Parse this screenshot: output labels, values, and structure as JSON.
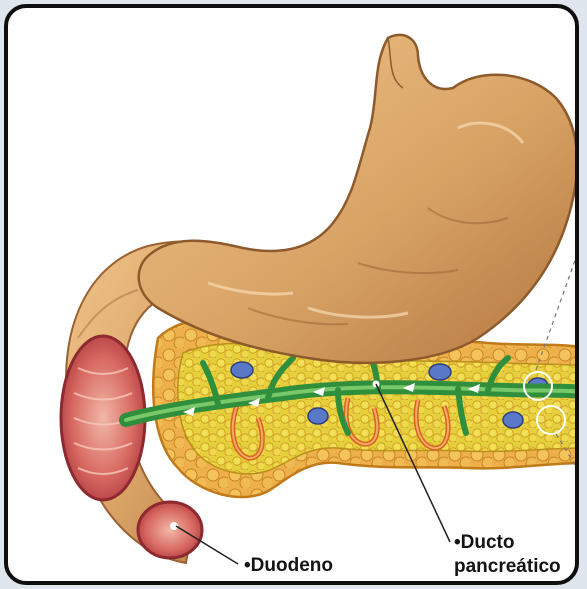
{
  "labels": {
    "duodeno": "•Duodeno",
    "ducto_line1": "•Ducto",
    "ducto_line2": "pancreático"
  },
  "colors": {
    "stomach": "#d9a366",
    "stomach_shadow": "#b97f45",
    "pancreas": "#e2c83a",
    "pancreas_outline": "#c78a1c",
    "duct": "#2f8f3c",
    "duodenum_lining": "#c8444a",
    "islet": "#5a78c8"
  },
  "icons": [
    "stomach-illustration",
    "pancreas-illustration",
    "duodenum-illustration"
  ]
}
